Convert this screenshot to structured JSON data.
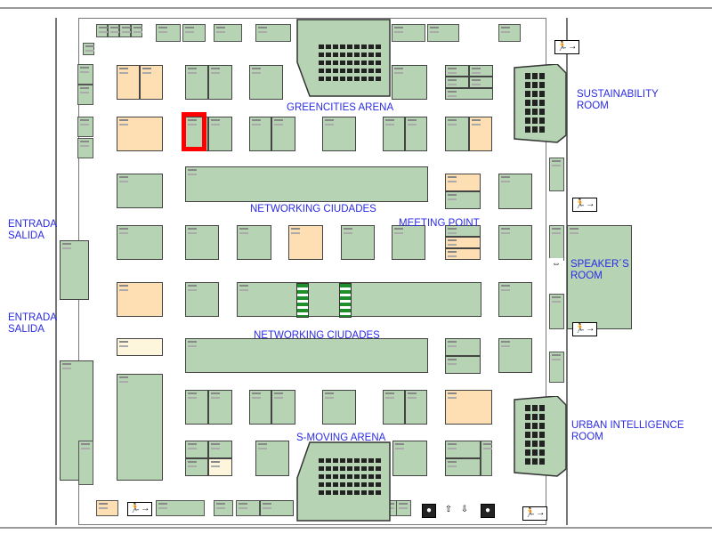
{
  "map": {
    "labels": {
      "greencities_arena": "GREENCITIES ARENA",
      "networking_1": "NETWORKING CIUDADES",
      "networking_2": "NETWORKING CIUDADES",
      "meeting_point": "MEETING POINT",
      "s_moving_arena": "S-MOVING ARENA",
      "sustainability_room": "SUSTAINABILITY ROOM",
      "speakers_room": "SPEAKER´S ROOM",
      "urban_intelligence_room": "URBAN INTELLIGENCE ROOM",
      "entrance_1": "ENTRADA SALIDA",
      "entrance_2": "ENTRADA SALIDA"
    },
    "colors": {
      "booth_green": "#b6d4b3",
      "booth_orange": "#fddfb3",
      "label_blue": "#2a2ae6",
      "highlight": "#ff0000"
    },
    "icons": [
      "exit-sign-icon",
      "arrow-up-icon",
      "arrow-down-icon",
      "double-arrow-icon",
      "elevator-icon"
    ]
  }
}
